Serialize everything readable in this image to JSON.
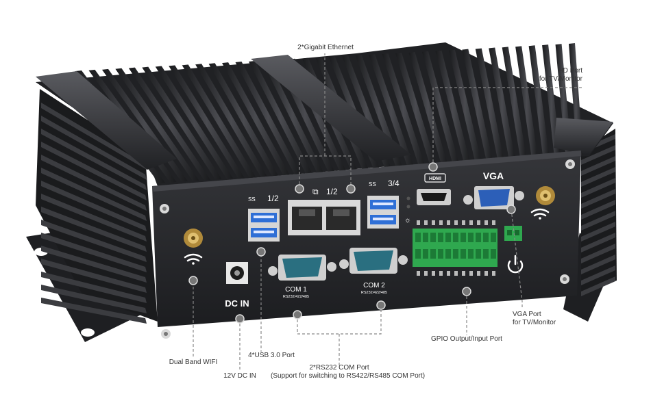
{
  "callouts": {
    "ethernet": "2*Gigabit Ethernet",
    "hd_port": [
      "HD Port",
      "for TV/Monitor"
    ],
    "vga_port": [
      "VGA Port",
      "for TV/Monitor"
    ],
    "gpio": "GPIO Output/Input Port",
    "usb": "4*USB 3.0 Port",
    "com": [
      "2*RS232 COM Port",
      "(Support for switching to RS422/RS485 COM Port)"
    ],
    "wifi": "Dual Band WIFI",
    "dc": "12V DC IN"
  },
  "panel_labels": {
    "usb_left": "1/2",
    "lan": "1/2",
    "usb_right": "3/4",
    "ss_left": "SS",
    "ss_right": "SS",
    "hdmi": "HDMI",
    "vga": "VGA",
    "dc_in": "DC IN",
    "com1": "COM 1",
    "com1_sub": "RS232/422/485",
    "com2": "COM 2",
    "com2_sub": "RS232/422/485"
  },
  "colors": {
    "chassis": "#2b2c2f",
    "chassis_dark": "#17181a",
    "fin": "#3a3b3f",
    "usb_blue": "#2f6fd6",
    "vga_blue": "#2c5fb8",
    "com_teal": "#2a6f80",
    "gpio_green": "#2fa84f",
    "callout_line": "#888888"
  }
}
